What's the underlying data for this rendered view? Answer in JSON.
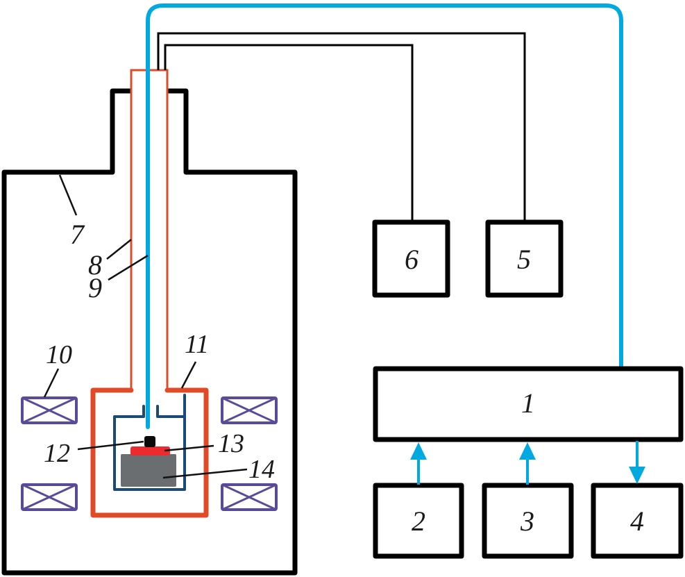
{
  "diagram": {
    "colors": {
      "outline": "#000000",
      "signal_line": "#00a9e0",
      "shield": "#e04a26",
      "inner_cell": "#1a4a78",
      "coil": "#5a4b9a",
      "sample_crystal": "#ec2b2f",
      "sample_holder": "#6b6e70",
      "sensor": "#0a0a0a"
    },
    "blocks": [
      {
        "id": "1",
        "label": "1"
      },
      {
        "id": "2",
        "label": "2"
      },
      {
        "id": "3",
        "label": "3"
      },
      {
        "id": "4",
        "label": "4"
      },
      {
        "id": "5",
        "label": "5"
      },
      {
        "id": "6",
        "label": "6"
      }
    ],
    "callouts": [
      {
        "id": "7",
        "label": "7",
        "target": "outer-vessel"
      },
      {
        "id": "8",
        "label": "8",
        "target": "shield-tube"
      },
      {
        "id": "9",
        "label": "9",
        "target": "signal-line"
      },
      {
        "id": "10",
        "label": "10",
        "target": "magnet-coil"
      },
      {
        "id": "11",
        "label": "11",
        "target": "shield-housing"
      },
      {
        "id": "12",
        "label": "12",
        "target": "sensor"
      },
      {
        "id": "13",
        "label": "13",
        "target": "crystal"
      },
      {
        "id": "14",
        "label": "14",
        "target": "sample-holder"
      }
    ],
    "connections": [
      {
        "from": "2",
        "to": "1",
        "direction": "up"
      },
      {
        "from": "3",
        "to": "1",
        "direction": "up"
      },
      {
        "from": "1",
        "to": "4",
        "direction": "down"
      },
      {
        "from": "1",
        "to": "probe",
        "type": "signal-line"
      },
      {
        "from": "probe",
        "to": "5",
        "type": "wire"
      },
      {
        "from": "probe",
        "to": "6",
        "type": "wire"
      }
    ]
  }
}
